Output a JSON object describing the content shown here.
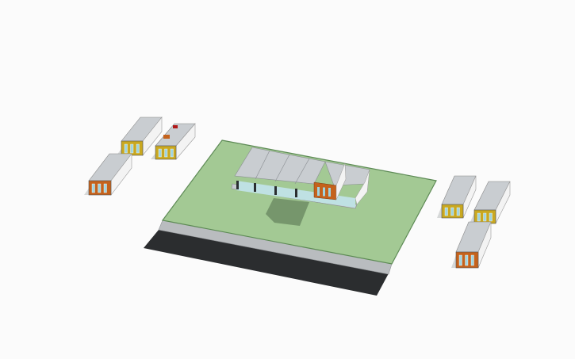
{
  "scene": {
    "background": "#fbfbfb",
    "colors": {
      "lawn": "#a3c994",
      "lawn_edge": "#5d8a55",
      "curb": "#b9bcbf",
      "road": "#2b2d2f",
      "roof": "#c9cdd1",
      "wall": "#f3f3f3",
      "glass": "#bfe1e3",
      "column": "#2a2e30",
      "shadow": "#d6d8d8",
      "lawn_shadow": "#6a8a62",
      "module_yellow": "#c9a820",
      "module_orange": "#c4621c",
      "window": "#9fd4e0",
      "accent_red": "#b01818"
    },
    "modules": [
      {
        "name": "module-yellow-1",
        "color": "module_yellow"
      },
      {
        "name": "module-yellow-2",
        "color": "module_yellow"
      },
      {
        "name": "module-orange-1",
        "color": "module_orange"
      },
      {
        "name": "module-yellow-3",
        "color": "module_yellow"
      },
      {
        "name": "module-yellow-4",
        "color": "module_yellow"
      },
      {
        "name": "module-orange-2",
        "color": "module_orange"
      }
    ]
  }
}
